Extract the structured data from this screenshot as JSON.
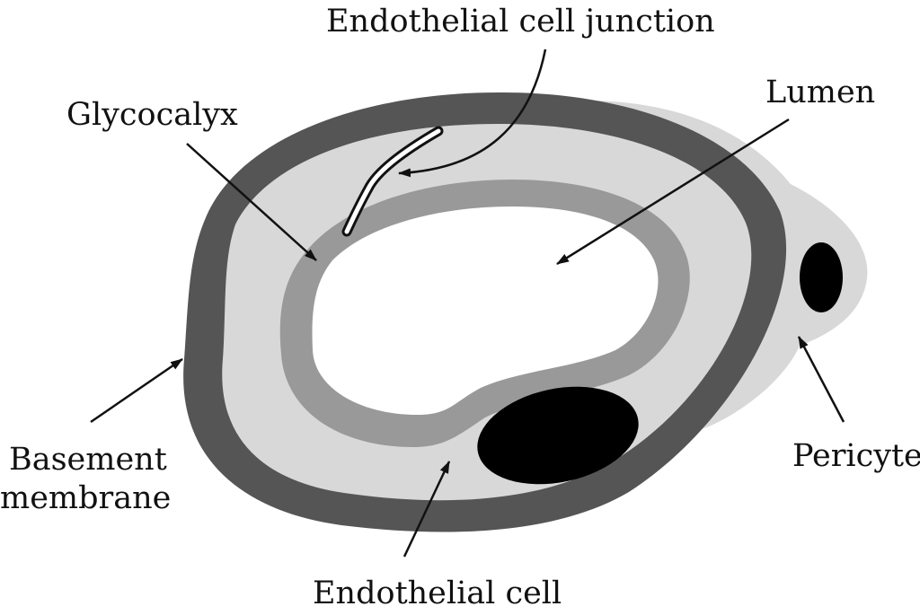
{
  "diagram": {
    "labels": {
      "junction": "Endothelial cell junction",
      "glycocalyx": "Glycocalyx",
      "lumen": "Lumen",
      "basement_line1": "Basement",
      "basement_line2": "membrane",
      "pericyte": "Pericyte",
      "endothelial_cell": "Endothelial cell"
    },
    "colors": {
      "background": "#ffffff",
      "basement_membrane": "#555555",
      "endothelial_layer": "#d8d8d8",
      "pericyte_body": "#d8d8d8",
      "glycocalyx": "#999999",
      "lumen": "#ffffff",
      "nucleus": "#000000",
      "arrows": "#111111"
    }
  }
}
